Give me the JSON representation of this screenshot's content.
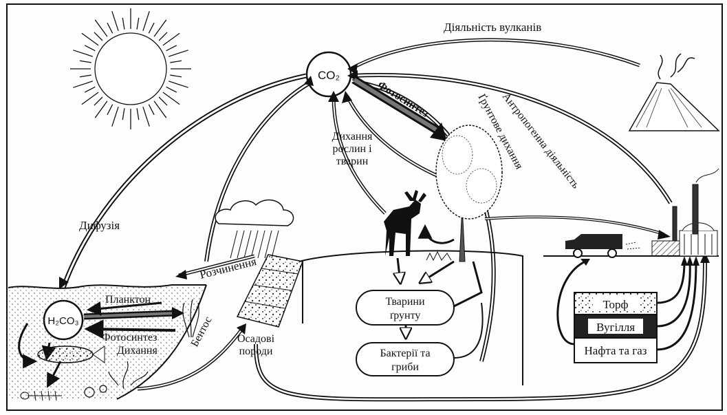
{
  "labels": {
    "co2": "CO₂",
    "h2co3": "H₂CO₃",
    "volcano_activity": "Діяльність вулканів",
    "photosynthesis_land": "Фотосинтез",
    "soil_respiration": "Ґрунтове дихання",
    "anthropogenic": "Антропогенна діяльність",
    "respiration_line1": "Дихання",
    "respiration_line2": "рослин і",
    "respiration_line3": "тварин",
    "diffusion": "Дифузія",
    "dissolution": "Розчинення",
    "plankton": "Планктон",
    "photosynthesis_water": "Фотосинтез",
    "respiration_water": "Дихання",
    "benthos": "Бентос",
    "sediments_line1": "Осадові",
    "sediments_line2": "породи",
    "soil_animals_line1": "Тварини",
    "soil_animals_line2": "ґрунту",
    "bacteria_line1": "Бактерії та",
    "bacteria_line2": "гриби",
    "peat": "Торф",
    "coal": "Вугілля",
    "oil_gas": "Нафта та газ"
  }
}
